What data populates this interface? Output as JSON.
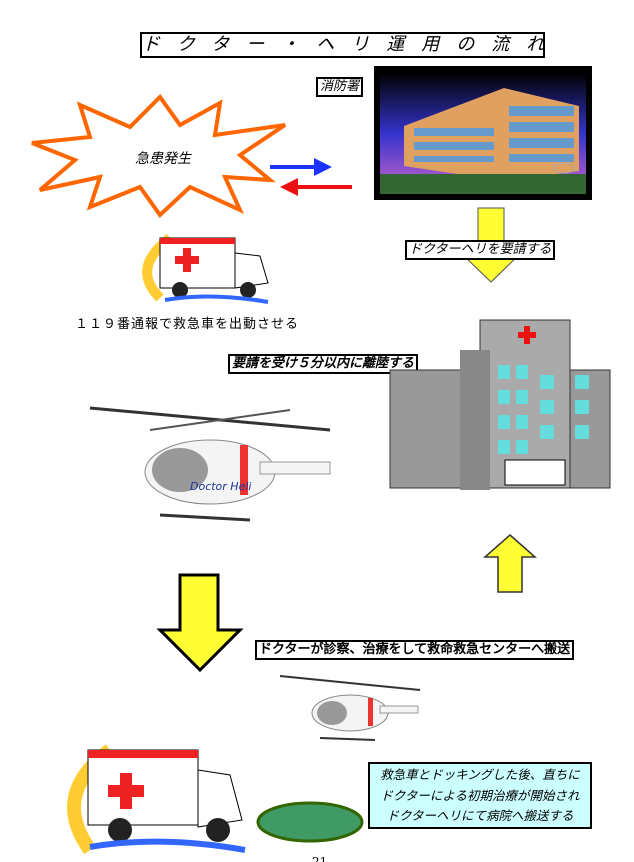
{
  "title": "ドクター・ヘリ運用の流れ",
  "emergency": "急患発生",
  "fire_station": "消防署",
  "request_heli": "ドクターヘリを要請する",
  "dispatch_ambulance": "１１９番通報で救急車を出動させる",
  "takeoff": "要請を受け５分以内に離陸する",
  "transport": "ドクターが診察、治療をして救命救急センターへ搬送",
  "docking": [
    "救急車とドッキングした後、直ちに",
    "ドクターによる初期治療が開始され",
    "ドクターヘリにて病院へ搬送する"
  ],
  "heli_logo": "Doctor Heli",
  "page_number": "21",
  "colors": {
    "arrow_yellow": "#ffff33",
    "arrow_blue": "#1a33ff",
    "arrow_red": "#ee1111",
    "burst": "#ff6600",
    "landing_pad": "#3f9a66",
    "info_bg": "#ccffff"
  }
}
